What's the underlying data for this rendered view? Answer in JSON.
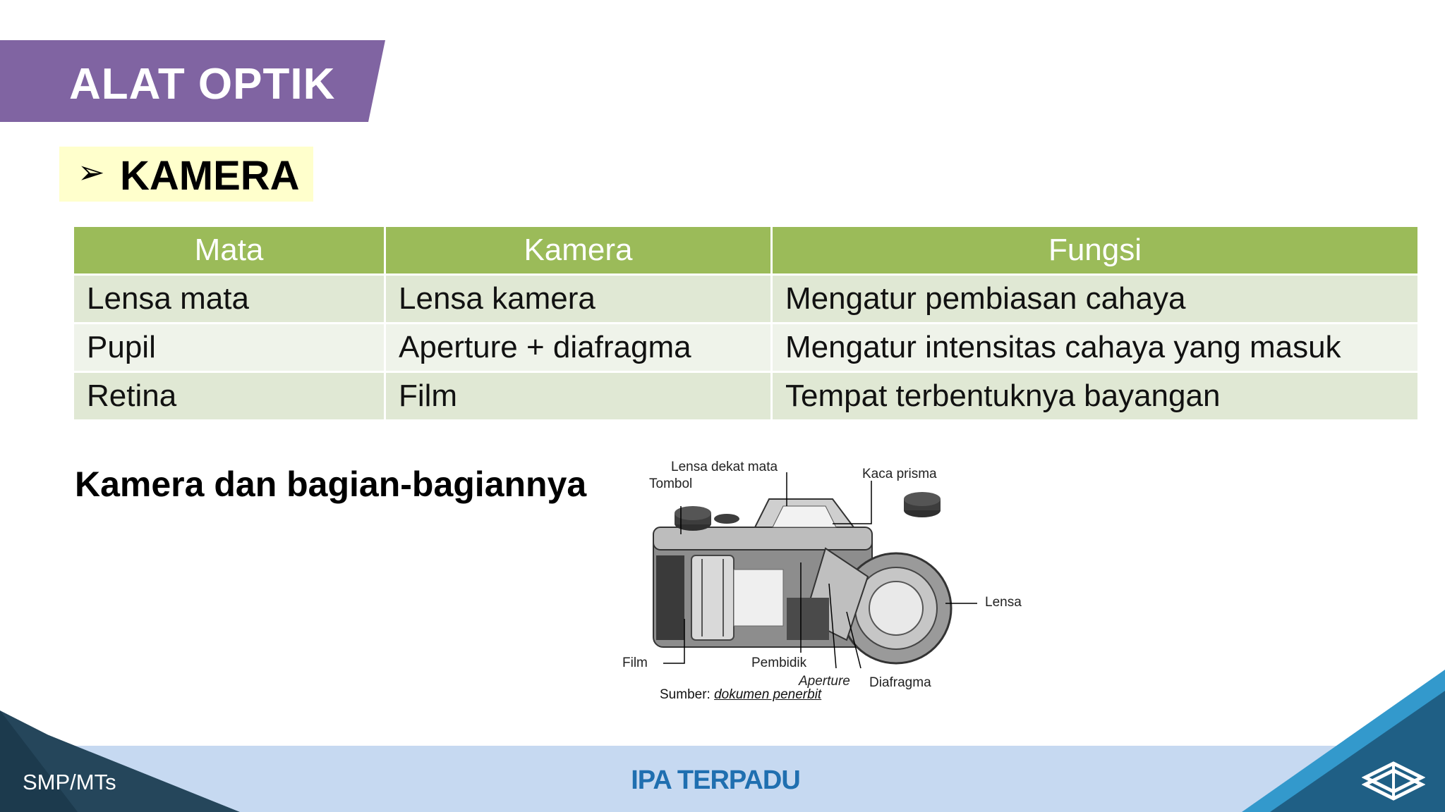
{
  "header": {
    "title": "ALAT OPTIK"
  },
  "subtitle": {
    "arrow_icon": "arrow-bullet-icon",
    "text": "KAMERA"
  },
  "table": {
    "headers": [
      "Mata",
      "Kamera",
      "Fungsi"
    ],
    "rows": [
      [
        "Lensa mata",
        "Lensa kamera",
        "Mengatur pembiasan cahaya"
      ],
      [
        "Pupil",
        "Aperture + diafragma",
        "Mengatur intensitas cahaya yang masuk"
      ],
      [
        "Retina",
        "Film",
        "Tempat terbentuknya bayangan"
      ]
    ],
    "header_color": "#9bbb59",
    "row_colors": [
      "#e0e8d4",
      "#eff3ea"
    ]
  },
  "section": {
    "label": "Kamera dan bagian-bagiannya"
  },
  "figure": {
    "labels": {
      "lensa_dekat_mata": "Lensa  dekat  mata",
      "tombol": "Tombol",
      "kaca_prisma": "Kaca  prisma",
      "lensa": "Lensa",
      "film": "Film",
      "pembidik": "Pembidik",
      "aperture": "Aperture",
      "diafragma": "Diafragma"
    },
    "source_prefix": "Sumber:",
    "source_text": "dokumen penerbit"
  },
  "footer": {
    "left": "SMP/MTs",
    "center": "IPA TERPADU",
    "logo_icon": "book-stack-logo-icon"
  },
  "colors": {
    "banner": "#8064a2",
    "subtitle_bg": "#ffffcc",
    "footer_band": "#c6d9f1",
    "footer_text": "#1f6fb0"
  }
}
